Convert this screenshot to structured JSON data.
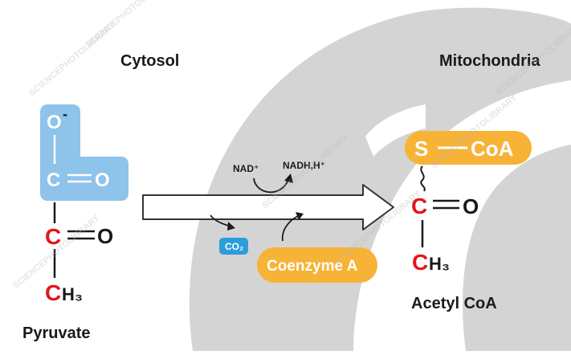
{
  "labels": {
    "cytosol": "Cytosol",
    "mitochondria": "Mitochondria",
    "pyruvate": "Pyruvate",
    "acetyl_coa": "Acetyl CoA"
  },
  "pyruvate": {
    "o_minus": "O",
    "minus_sign": "-",
    "c_top": "C",
    "o_top": "O",
    "c_mid": "C",
    "o_mid": "O",
    "c_bot": "C",
    "h3": "H₃"
  },
  "acetyl": {
    "s": "S",
    "coa": "CoA",
    "c": "C",
    "o": "O",
    "c_bot": "C",
    "h3": "H₃"
  },
  "reaction": {
    "nad": "NAD⁺",
    "nadh": "NADH,H⁺",
    "co2": "CO₂",
    "coenzyme_a": "Coenzyme A"
  },
  "watermark": "SCIENCEPHOTOLIBRARY",
  "colors": {
    "blue": "#8ec3ea",
    "orange": "#f7b336",
    "red": "#e3151b",
    "mito_gray": "#d4d4d4",
    "co2_blue": "#2d9cdb",
    "text": "#1a1a1a"
  }
}
